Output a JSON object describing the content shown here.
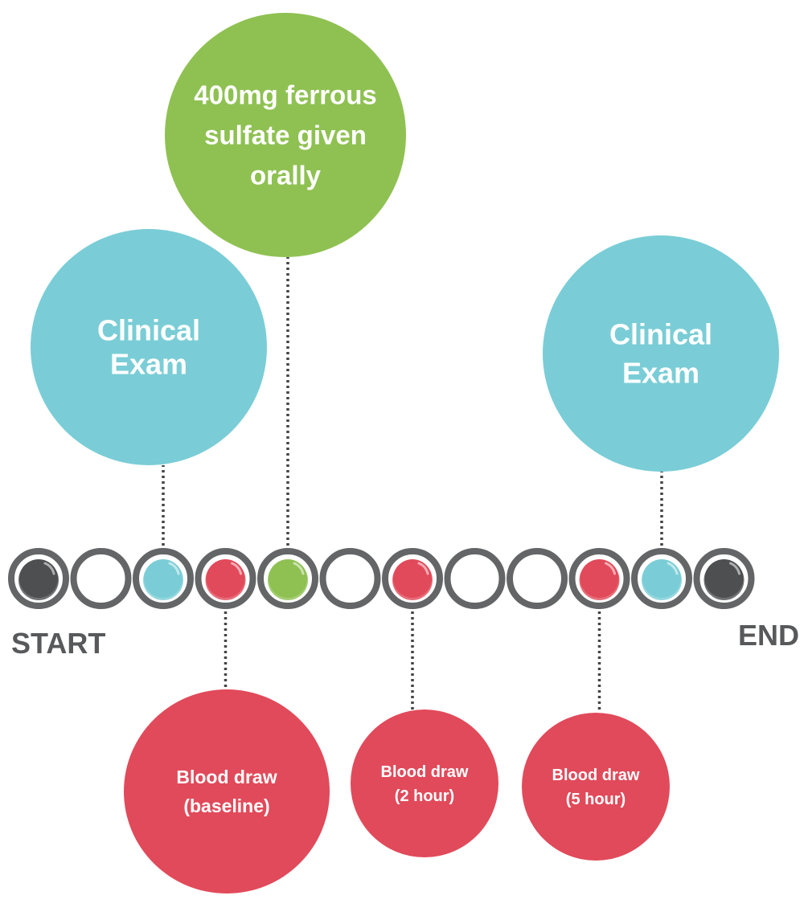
{
  "colors": {
    "teal": "#7acdd6",
    "green": "#8fc152",
    "red": "#e14a5a",
    "dark": "#4d4f51",
    "ring": "#636566",
    "connector": "#444444",
    "edge_text": "#58595b"
  },
  "timeline": {
    "start_label": "START",
    "end_label": "END",
    "steps": [
      {
        "index": 1,
        "fill": "dark"
      },
      {
        "index": 2,
        "fill": "empty"
      },
      {
        "index": 3,
        "fill": "teal"
      },
      {
        "index": 4,
        "fill": "red"
      },
      {
        "index": 5,
        "fill": "green"
      },
      {
        "index": 6,
        "fill": "empty"
      },
      {
        "index": 7,
        "fill": "red"
      },
      {
        "index": 8,
        "fill": "empty"
      },
      {
        "index": 9,
        "fill": "empty"
      },
      {
        "index": 10,
        "fill": "red"
      },
      {
        "index": 11,
        "fill": "teal"
      },
      {
        "index": 12,
        "fill": "dark"
      }
    ]
  },
  "events": [
    {
      "id": "clinical-exam-start",
      "step": 3,
      "position": "above",
      "color": "teal",
      "lines": [
        "Clinical",
        "Exam"
      ]
    },
    {
      "id": "ferrous-sulfate-dose",
      "step": 5,
      "position": "above",
      "color": "green",
      "lines": [
        "400mg ferrous",
        "sulfate given",
        "orally"
      ]
    },
    {
      "id": "clinical-exam-end",
      "step": 11,
      "position": "above",
      "color": "teal",
      "lines": [
        "Clinical",
        "Exam"
      ]
    },
    {
      "id": "blood-draw-baseline",
      "step": 4,
      "position": "below",
      "color": "red",
      "lines": [
        "Blood draw",
        "(baseline)"
      ]
    },
    {
      "id": "blood-draw-2-hour",
      "step": 7,
      "position": "below",
      "color": "red",
      "lines": [
        "Blood draw",
        "(2 hour)"
      ]
    },
    {
      "id": "blood-draw-5-hour",
      "step": 10,
      "position": "below",
      "color": "red",
      "lines": [
        "Blood draw",
        "(5 hour)"
      ]
    }
  ]
}
